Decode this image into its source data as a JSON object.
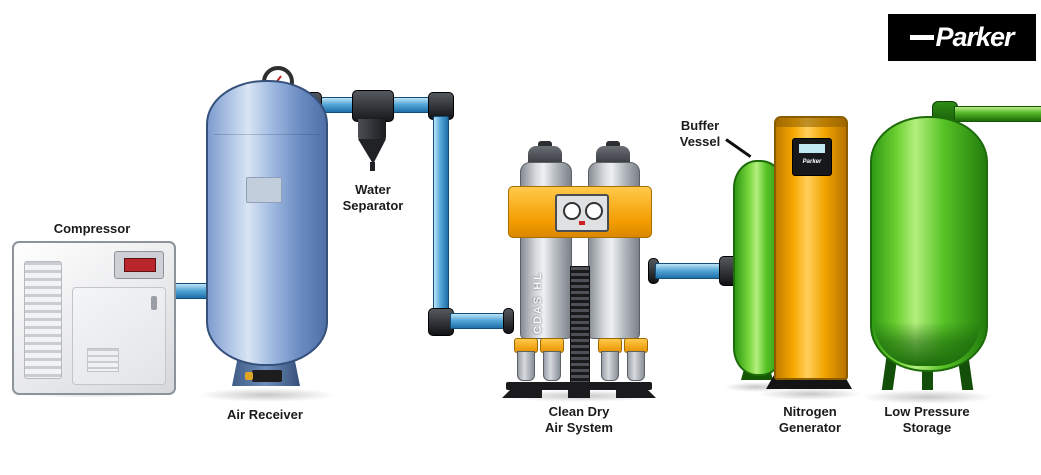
{
  "brand": {
    "logo_text": "Parker",
    "generator_panel_text": "Parker"
  },
  "labels": {
    "compressor": "Compressor",
    "air_receiver": "Air Receiver",
    "water_separator": "Water\nSeparator",
    "cdas": "Clean Dry\nAir System",
    "cdas_unit": "CDAS HL",
    "buffer_vessel": "Buffer\nVessel",
    "nitrogen_generator": "Nitrogen\nGenerator",
    "low_pressure_storage": "Low Pressure\nStorage"
  },
  "colors": {
    "pipe_blue": "#56a8d8",
    "pipe_green": "#51b526",
    "tank_blue": "#8fa9d6",
    "tank_green": "#58c427",
    "generator_yellow": "#f7a800",
    "cdas_yellow": "#f39c00",
    "fitting_black": "#1b1b1d",
    "logo_background": "#000000"
  }
}
